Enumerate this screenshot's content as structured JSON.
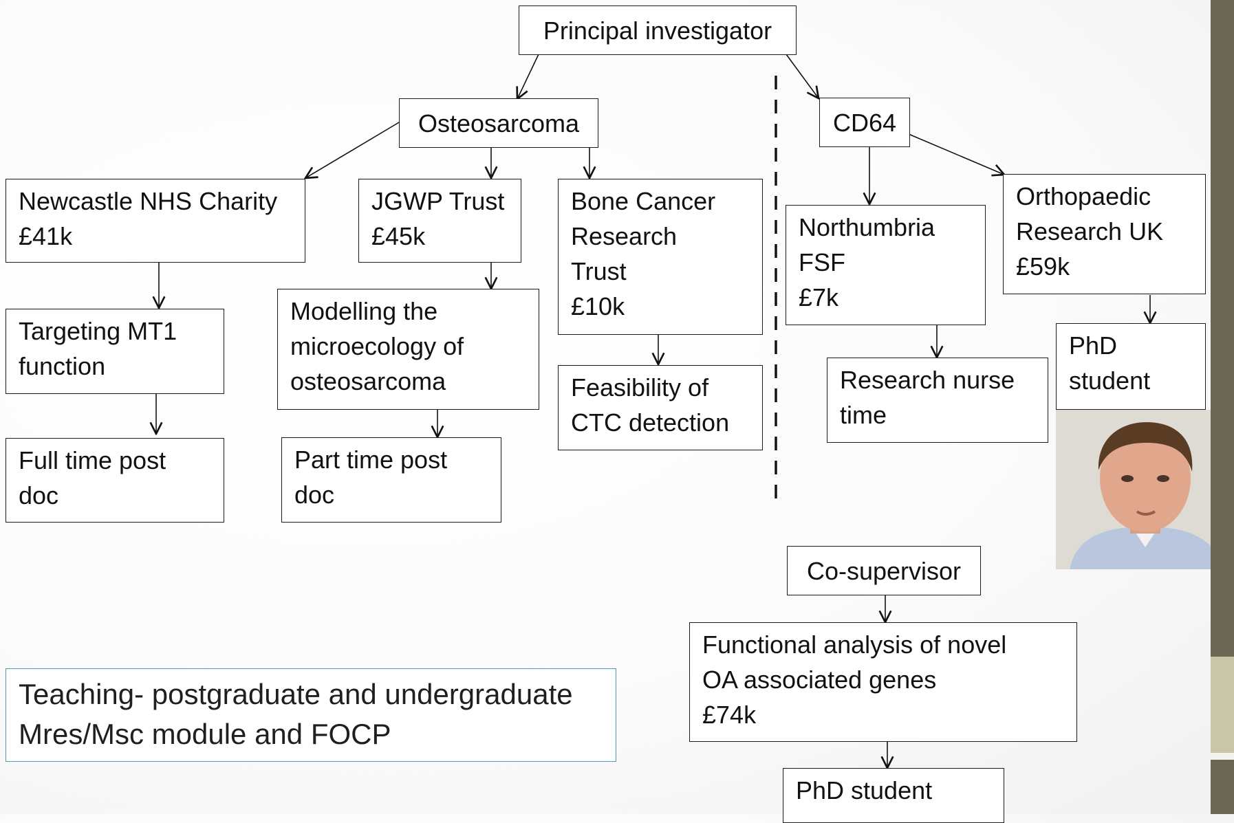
{
  "colors": {
    "box_border": "#1a1a1a",
    "teaching_border": "#4f98a5",
    "sidebar_dark": "#6b6553",
    "sidebar_light": "#c9c6a8"
  },
  "nodes": {
    "principal": "Principal investigator",
    "osteosarcoma": "Osteosarcoma",
    "cd64": "CD64",
    "newcastle": "Newcastle NHS Charity\n£41k",
    "jgwp": "JGWP Trust\n£45k",
    "bone_cancer": "Bone Cancer\nResearch\nTrust\n£10k",
    "northumbria": "Northumbria\nFSF\n£7k",
    "orthopaedic": "Orthopaedic\nResearch UK\n£59k",
    "targeting": "Targeting MT1\nfunction",
    "modelling": "Modelling the\nmicroecology of\nosteosarcoma",
    "feasibility": "Feasibility of\nCTC detection",
    "research_nurse": "Research nurse\ntime",
    "phd_student_1": "PhD\nstudent",
    "full_time": "Full time post\ndoc",
    "part_time": "Part time post\ndoc",
    "co_supervisor": "Co-supervisor",
    "functional": "Functional analysis of novel\nOA associated genes\n£74k",
    "phd_student_2": "PhD student"
  },
  "teaching": "Teaching- postgraduate and undergraduate\nMres/Msc module and FOCP",
  "photo": {
    "icon": "person-photo"
  }
}
